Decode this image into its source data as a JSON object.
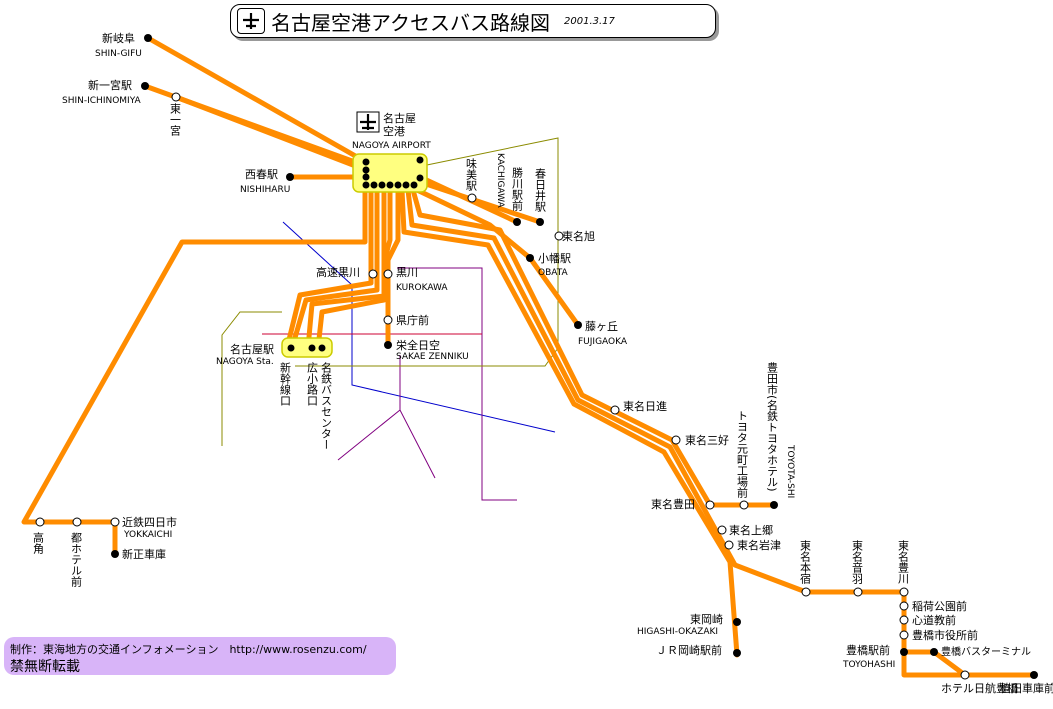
{
  "title": {
    "text": "名古屋空港アクセスバス路線図",
    "date": "2001.3.17",
    "icon": "airplane-icon"
  },
  "footer": {
    "credit": "制作：東海地方の交通インフォメーション　http://www.rosenzu.com/",
    "notice": "禁無断転載"
  },
  "colors": {
    "route": "#ff8c00",
    "hub_fill": "#ffff80",
    "footer_bg": "#d8b4f8",
    "rail_blue": "#0000cc",
    "rail_purple": "#800080",
    "rail_olive": "#8b8b00",
    "rail_red": "#cc0033",
    "rail_orange": "#cc8800"
  },
  "hubs": {
    "airport": {
      "jp": "名古屋\n空港",
      "jp1": "名古屋",
      "jp2": "空港",
      "en": "NAGOYA AIRPORT"
    },
    "nagoya": {
      "jp": "名古屋駅",
      "en": "NAGOYA Sta."
    }
  },
  "stops": {
    "shin_gifu": {
      "jp": "新岐阜",
      "en": "SHIN-GIFU"
    },
    "shin_ichinomiya": {
      "jp": "新一宮駅",
      "en": "SHIN-ICHINOMIYA"
    },
    "higashi_ichinomiya": {
      "jp": "東一宮"
    },
    "nishiharu": {
      "jp": "西春駅",
      "en": "NISHIHARU"
    },
    "ajimi": {
      "jp": "味美駅"
    },
    "kachigawa": {
      "jp": "勝川駅前",
      "en": "KACHIGAWA"
    },
    "kasugai": {
      "jp": "春日井駅"
    },
    "tomei_asahi": {
      "jp": "東名旭"
    },
    "obata": {
      "jp": "小幡駅",
      "en": "OBATA"
    },
    "fujigaoka": {
      "jp": "藤ヶ丘",
      "en": "FUJIGAOKA"
    },
    "kosoku_kurokawa": {
      "jp": "高速黒川"
    },
    "kurokawa": {
      "jp": "黒川",
      "en": "KUROKAWA"
    },
    "kencho": {
      "jp": "県庁前"
    },
    "sakae": {
      "jp": "栄全日空",
      "en": "SAKAE ZENNIKU"
    },
    "shinkansen": {
      "jp": "新幹線口"
    },
    "hirokoji": {
      "jp": "広小路口"
    },
    "meitetsu_bc": {
      "jp": "名鉄バスセンター"
    },
    "takasumi": {
      "jp": "高角"
    },
    "miyako_hotel": {
      "jp": "都ホテル前"
    },
    "yokkaichi": {
      "jp": "近鉄四日市",
      "en": "YOKKAICHI"
    },
    "shinsho": {
      "jp": "新正車庫"
    },
    "tomei_nisshin": {
      "jp": "東名日進"
    },
    "tomei_miyoshi": {
      "jp": "東名三好"
    },
    "tomei_toyota": {
      "jp": "東名豊田"
    },
    "toyota_motomachi": {
      "jp": "トヨタ元町工場前"
    },
    "toyota_shi": {
      "jp": "豊田市(名鉄トヨタホテル)",
      "en": "TOYOTA-SHI"
    },
    "tomei_kamigo": {
      "jp": "東名上郷"
    },
    "tomei_iwazu": {
      "jp": "東名岩津"
    },
    "higashi_okazaki": {
      "jp": "東岡崎",
      "en": "HIGASHI-OKAZAKI"
    },
    "jr_okazaki": {
      "jp": "ＪＲ岡崎駅前"
    },
    "tomei_motojuku": {
      "jp": "東名本宿"
    },
    "tomei_otowa": {
      "jp": "東名音羽"
    },
    "tomei_toyokawa": {
      "jp": "東名豊川"
    },
    "inari_koen": {
      "jp": "稲荷公園前"
    },
    "shindo": {
      "jp": "心道教前"
    },
    "toyokawa_shiyakusho": {
      "jp": "豊橋市役所前"
    },
    "toyohashi": {
      "jp": "豊橋駅前",
      "en": "TOYOHASHI"
    },
    "toyohashi_bt": {
      "jp": "豊橋バスターミナル"
    },
    "hotel_nikko": {
      "jp": "ホテル日航豊橋"
    },
    "ueta": {
      "jp": "植田車庫前"
    }
  }
}
